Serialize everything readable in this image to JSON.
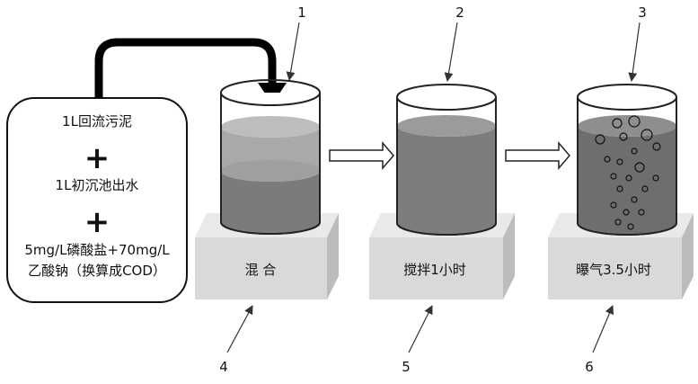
{
  "input_box": {
    "line1": "1L回流污泥",
    "plus1": "+",
    "line2": "1L初沉池出水",
    "plus2": "+",
    "line3": "5mg/L磷酸盐+70mg/L",
    "line4": "乙酸钠（换算成COD）"
  },
  "stations": [
    {
      "number": "1",
      "platform_label": "混  合",
      "platform_number": "4"
    },
    {
      "number": "2",
      "platform_label": "搅拌1小时",
      "platform_number": "5"
    },
    {
      "number": "3",
      "platform_label": "曝气3.5小时",
      "platform_number": "6"
    }
  ],
  "colors": {
    "mix_top_layer": "#a9a9a9",
    "mix_bottom_layer": "#7b7b7b",
    "stirred_liquid": "#7d7d7d",
    "aerated_liquid": "#6e6e6e",
    "platform_front": "#d9d9d9",
    "platform_top": "#e9e9e9",
    "platform_side": "#bcbcbc"
  }
}
